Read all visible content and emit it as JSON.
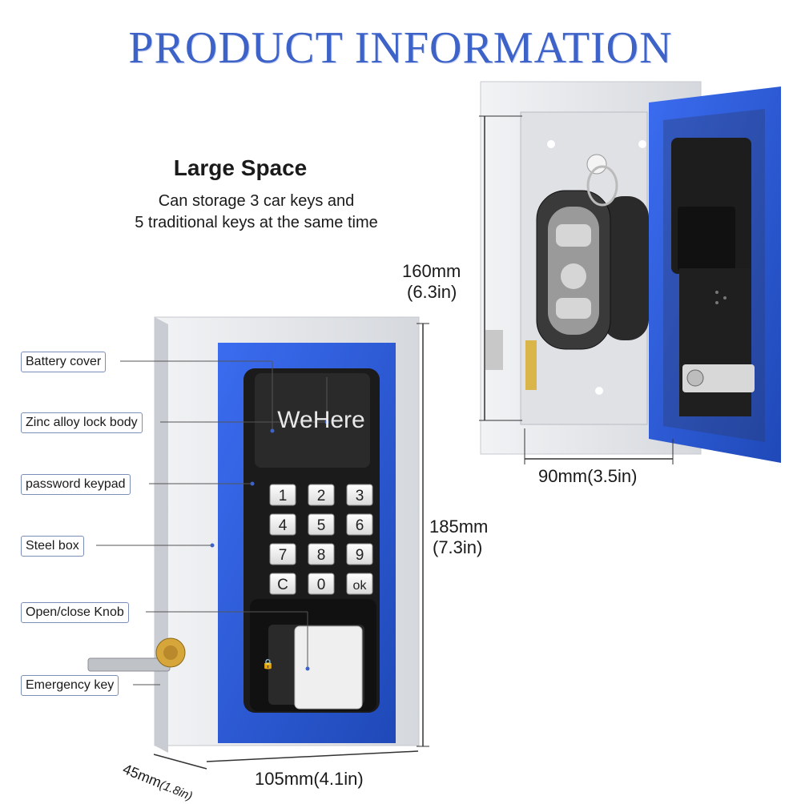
{
  "title": "PRODUCT INFORMATION",
  "feature": {
    "heading": "Large Space",
    "line1": "Can storage 3 car keys and",
    "line2": "5 traditional keys at the same time"
  },
  "brand": "WeHere",
  "keypad": [
    "1",
    "2",
    "3",
    "4",
    "5",
    "6",
    "7",
    "8",
    "9",
    "C",
    "0",
    "ok"
  ],
  "labels": {
    "battery_cover": "Battery cover",
    "lock_body": "Zinc alloy lock body",
    "keypad": "password keypad",
    "steel_box": "Steel box",
    "knob": "Open/close Knob",
    "emergency_key": "Emergency key"
  },
  "dimensions": {
    "inner_height_mm": "160mm",
    "inner_height_in": "(6.3in)",
    "height_mm": "185mm",
    "height_in": "(7.3in)",
    "inner_width": "90mm(3.5in)",
    "width": "105mm(4.1in)",
    "depth_mm": "45mm",
    "depth_in": "(1.8in)"
  },
  "colors": {
    "title": "#3d63c9",
    "door_blue": "#2a5cd8",
    "box_grey": "#e4e6ea",
    "panel_black": "#1b1b1b"
  }
}
